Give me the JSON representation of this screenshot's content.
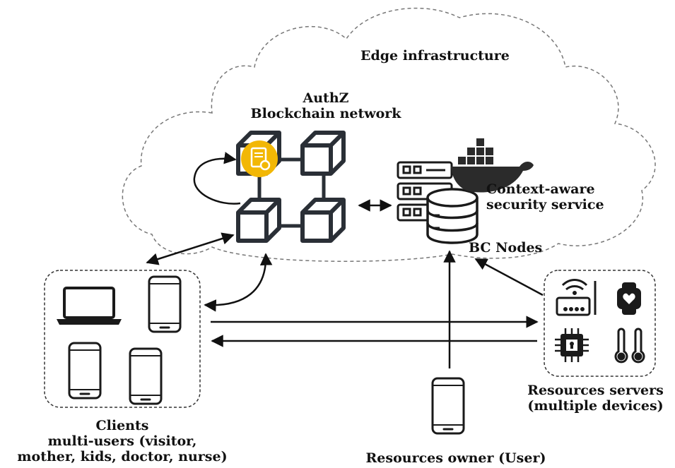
{
  "labels": {
    "edge": "Edge infrastructure",
    "authz_line1": "AuthZ",
    "authz_line2": "Blockchain network",
    "context_line1": "Context-aware",
    "context_line2": "security service",
    "bc_nodes": "BC Nodes",
    "servers_line1": "Resources servers",
    "servers_line2": "(multiple devices)",
    "clients_line1": "Clients",
    "clients_line2": "multi-users (visitor,",
    "clients_line3": "mother, kids, doctor, nurse)",
    "owner": "Resources owner (User)"
  },
  "colors": {
    "stroke": "#333333",
    "cube": "#2a2f36",
    "badge": "#f2b705",
    "docker": "#2b2b2b",
    "dashed": "#777777"
  },
  "icons": [
    "certificate-badge-icon",
    "docker-whale-icon",
    "server-rack-icon",
    "database-icon",
    "laptop-icon",
    "smartphone-icon",
    "wifi-router-icon",
    "smartwatch-icon",
    "microchip-lock-icon",
    "thermometer-icon"
  ]
}
